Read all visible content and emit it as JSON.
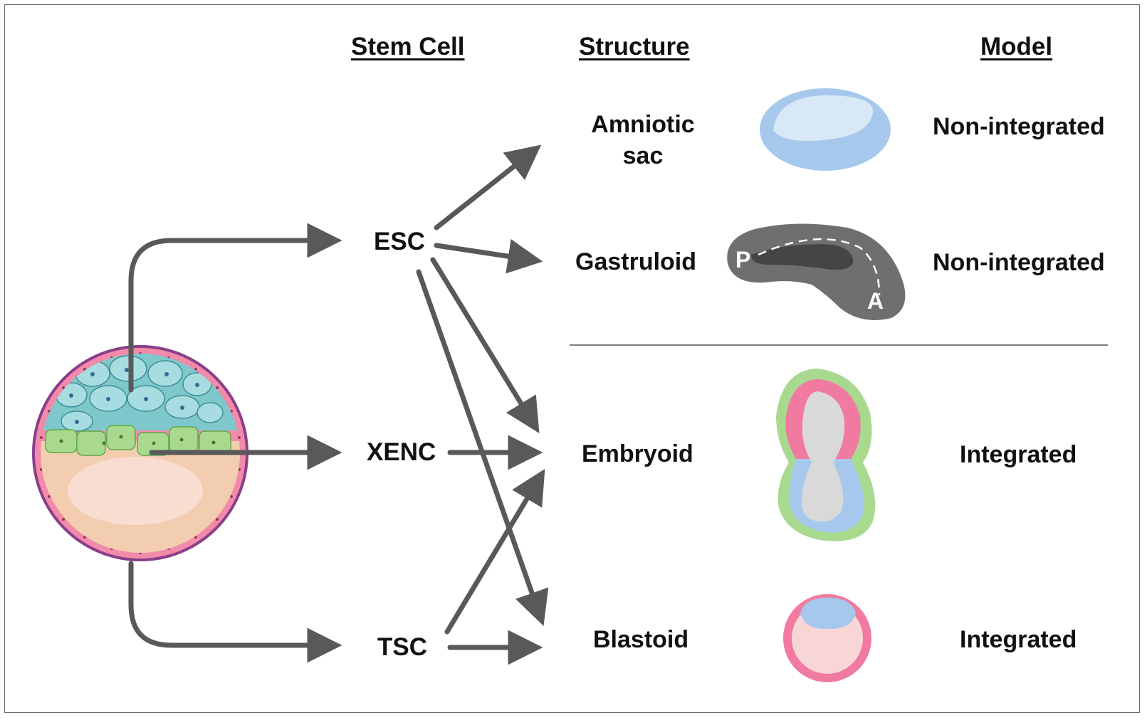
{
  "headers": {
    "stem_cell": "Stem Cell",
    "structure": "Structure",
    "model": "Model"
  },
  "stem_cells": {
    "esc": "ESC",
    "xenc": "XENC",
    "tsc": "TSC"
  },
  "structures": {
    "amniotic_sac_line1": "Amniotic",
    "amniotic_sac_line2": "sac",
    "gastruloid": "Gastruloid",
    "embryoid": "Embryoid",
    "blastoid": "Blastoid"
  },
  "models": {
    "amniotic_sac": "Non-integrated",
    "gastruloid": "Non-integrated",
    "embryoid": "Integrated",
    "blastoid": "Integrated"
  },
  "axis_labels": {
    "posterior": "P",
    "anterior": "A"
  },
  "colors": {
    "arrow": "#595959",
    "epiblast": "#7ec8cc",
    "hypoblast": "#a9d98f",
    "trophectoderm": "#f07aa0",
    "blastocoel": "#f2cdb0",
    "amnion": "#a6c8ec",
    "gastruloid": "#6f6f6f"
  }
}
